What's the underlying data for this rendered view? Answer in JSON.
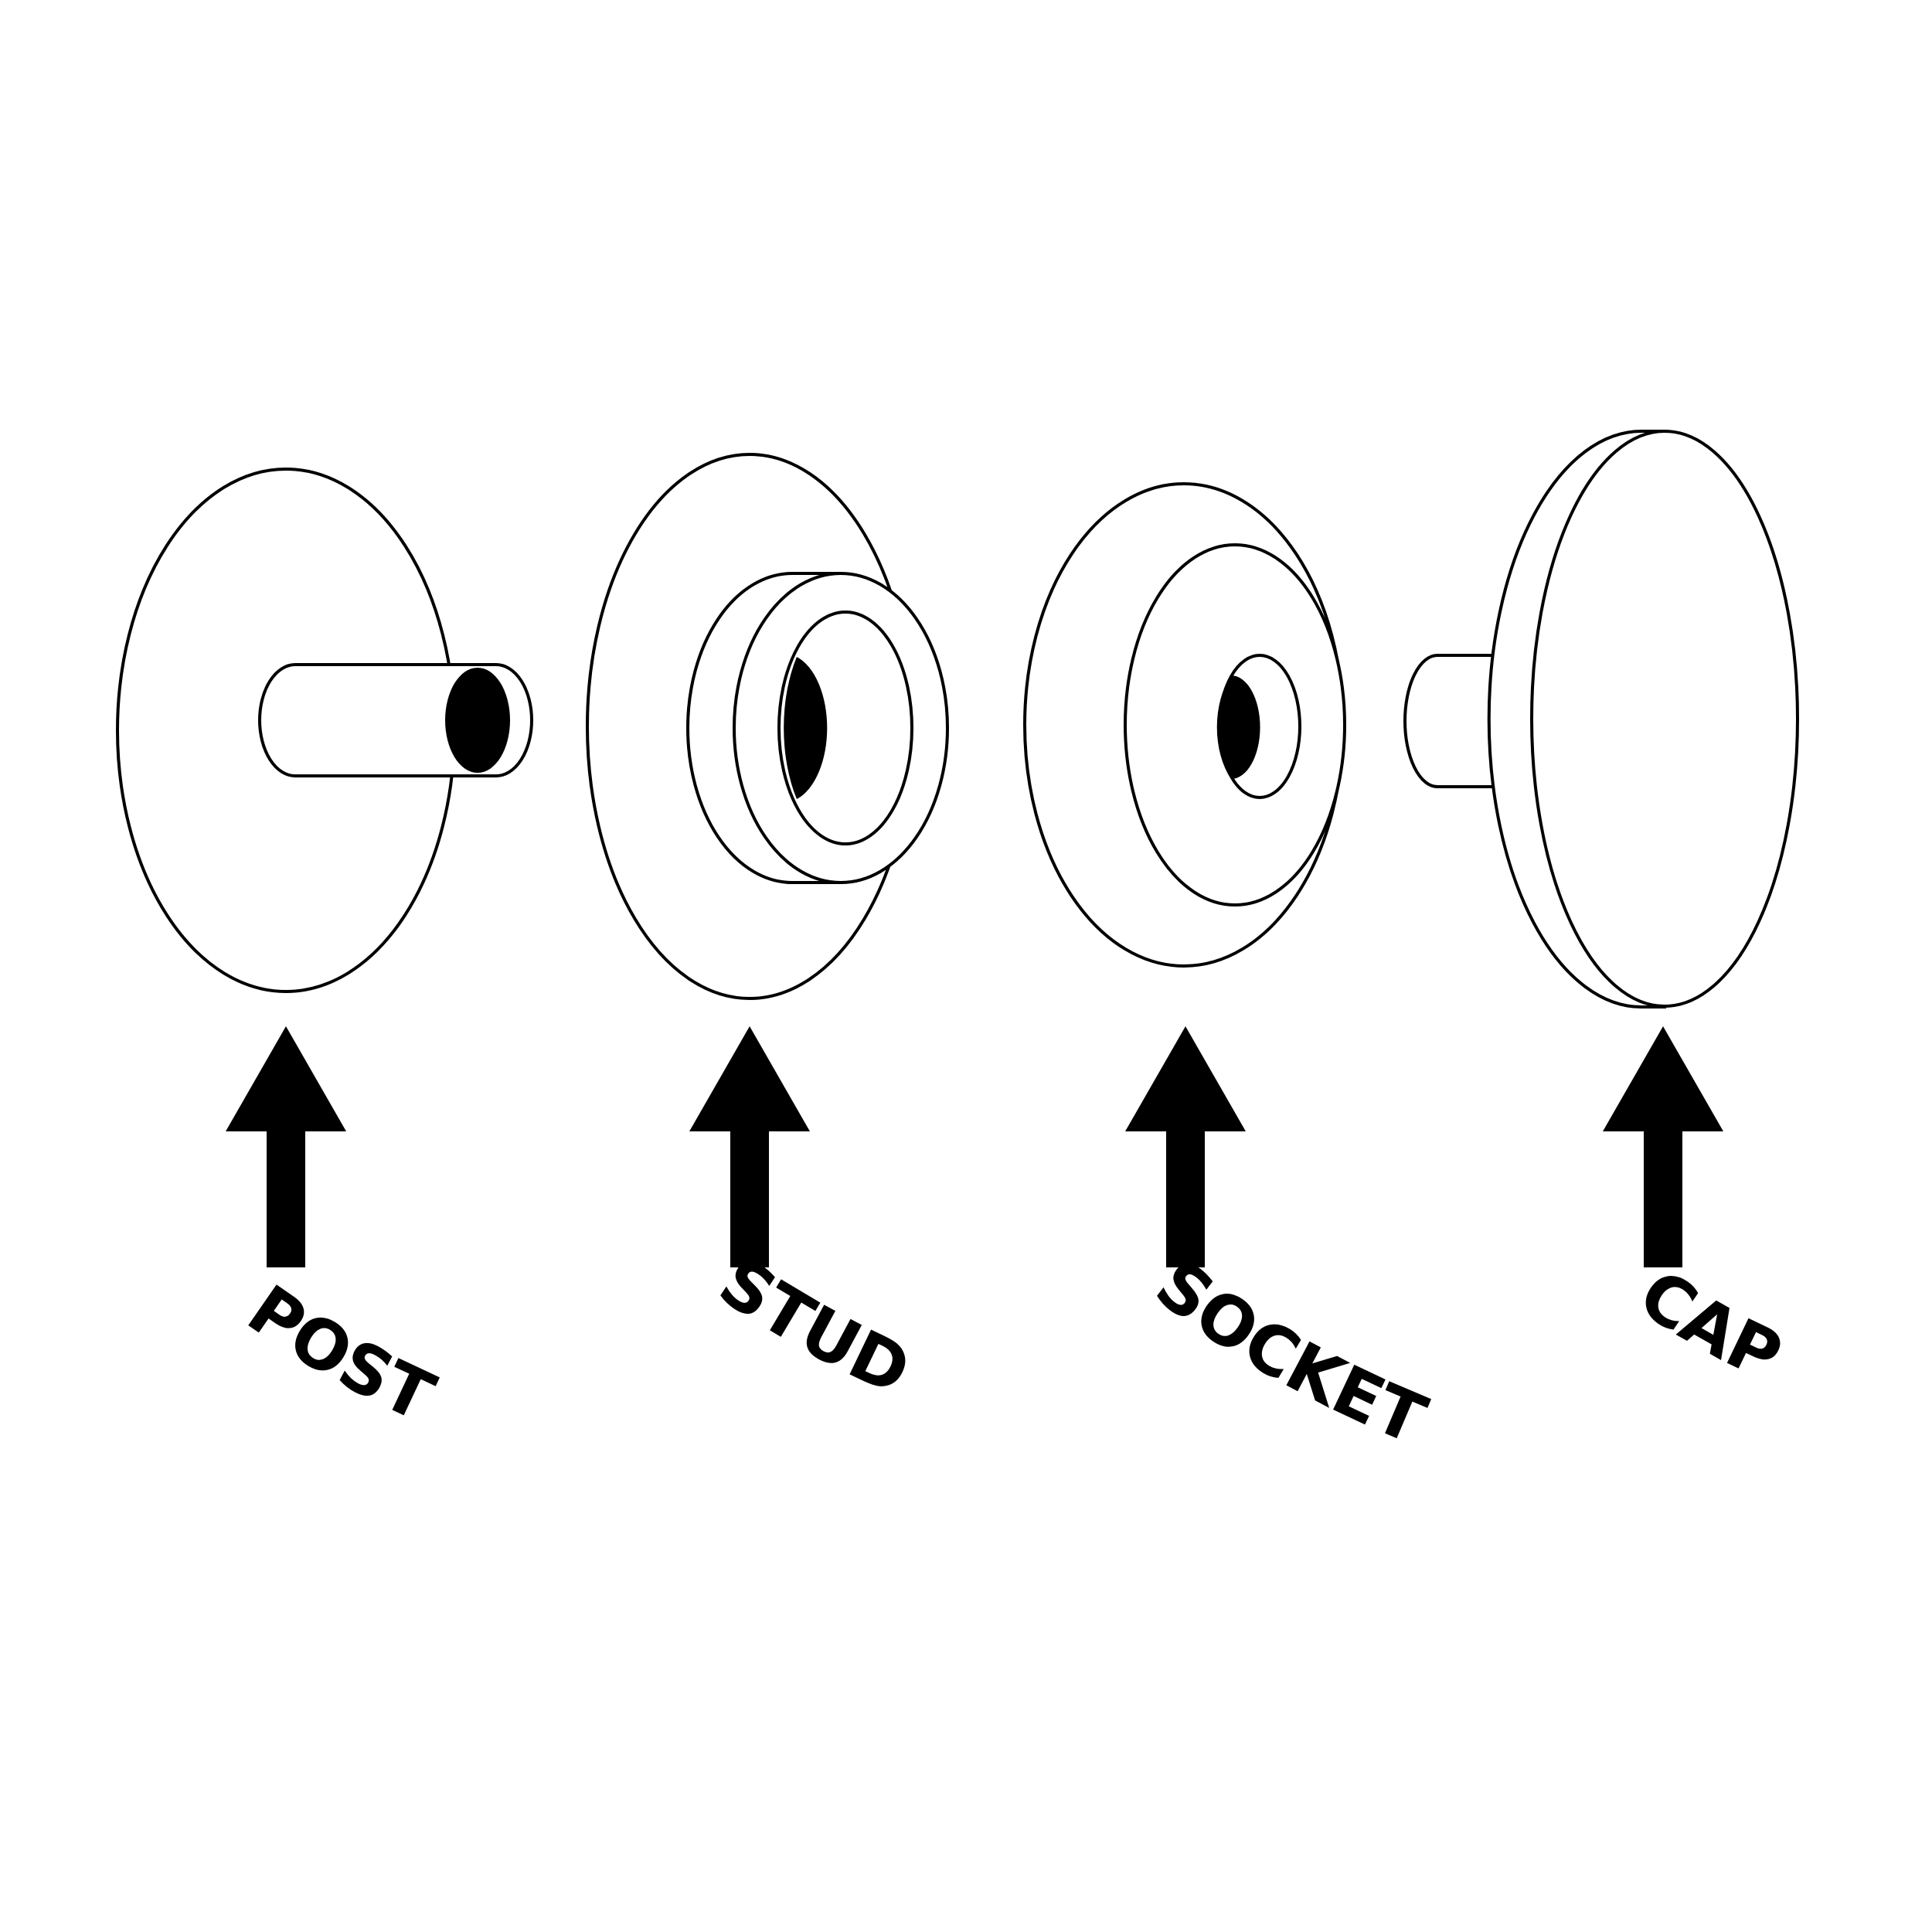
{
  "colors": {
    "background": "#ffffff",
    "stroke": "#000000",
    "fill_dark": "#000000"
  },
  "parts": [
    {
      "id": "post",
      "label": "POST"
    },
    {
      "id": "stud",
      "label": "STUD"
    },
    {
      "id": "socket",
      "label": "SOCKET"
    },
    {
      "id": "cap",
      "label": "CAP"
    }
  ]
}
